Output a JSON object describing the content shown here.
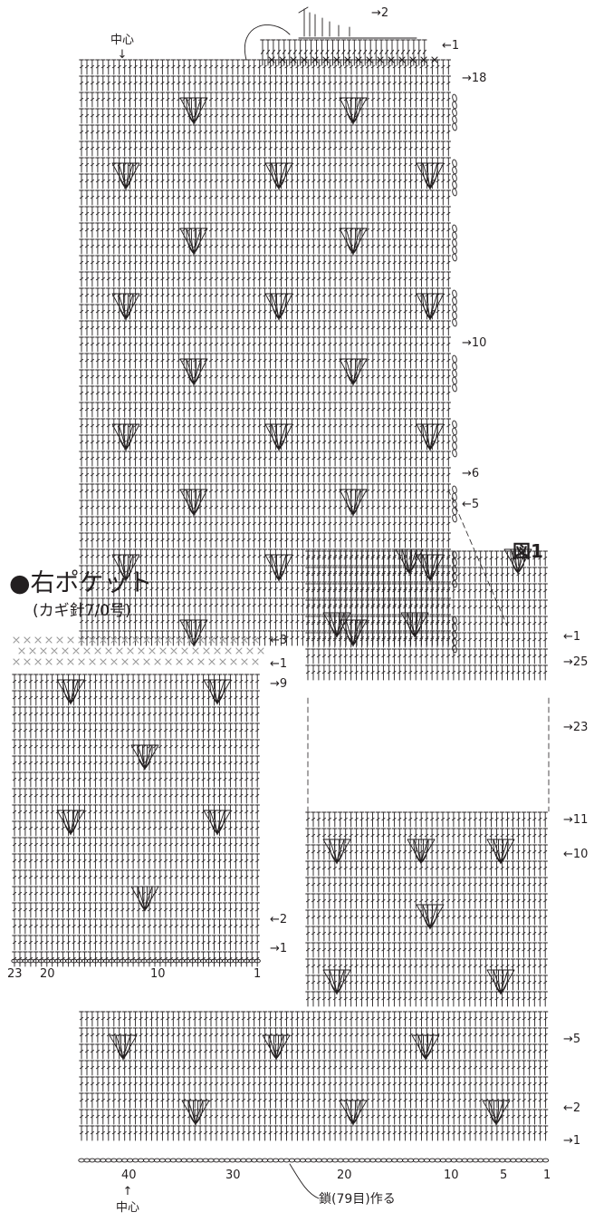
{
  "figure_label": "図1",
  "pocket": {
    "title": "●右ポケット",
    "subtitle": "(カギ針7/0号)",
    "row_labels": {
      "r3": "←3",
      "r1x": "←1",
      "r9": "→9",
      "r2": "←2",
      "r1": "→1"
    },
    "stitch_numbers": {
      "n23": "23",
      "n20": "20",
      "n10": "10",
      "n1": "1"
    }
  },
  "main": {
    "center_top": "中心",
    "center_bottom": "中心",
    "top_row_labels": {
      "t2": "→2",
      "t1": "←1"
    },
    "upper_row_labels": {
      "u18": "→18",
      "u10": "→10",
      "u6": "→6",
      "u5": "←5"
    },
    "right_row_labels": {
      "r1": "←1",
      "r25": "→25",
      "r23": "→23",
      "r11": "→11",
      "r10": "←10"
    },
    "lower_row_labels": {
      "l5": "→5",
      "l2": "←2",
      "l1": "→1"
    },
    "bottom_numbers": {
      "b40": "40",
      "b30": "30",
      "b20": "20",
      "b10": "10",
      "b5": "5",
      "b1": "1"
    },
    "chain_note": "鎖(79目)作る",
    "arrow_up": "↑",
    "arrow_down": "↓"
  },
  "colors": {
    "ink": "#231f20",
    "grid_cross": "#9a9a9a",
    "background": "#ffffff"
  }
}
